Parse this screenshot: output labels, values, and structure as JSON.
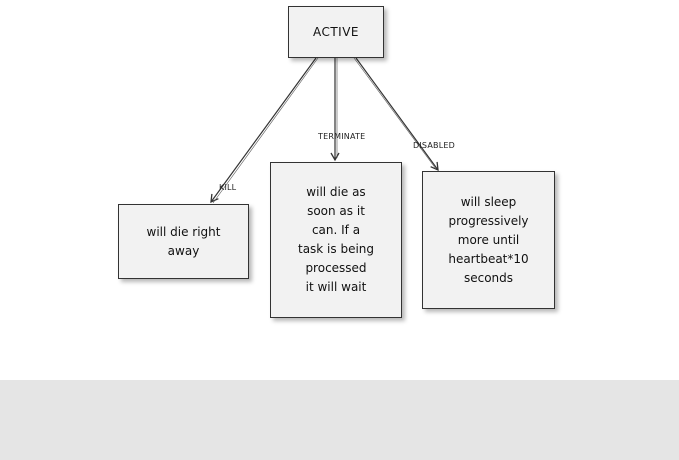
{
  "states": {
    "active": "ACTIVE",
    "kill_desc": "will die right\naway",
    "terminate_desc": "will die as\nsoon as it\ncan. If a\ntask is being\nprocessed\nit will wait",
    "disabled_desc": "will sleep\nprogressively\nmore until\nheartbeat*10\nseconds"
  },
  "transitions": {
    "kill": "KILL",
    "terminate": "TERMINATE",
    "disabled": "DISABLED"
  },
  "colors": {
    "box_fill": "#f2f2f2",
    "stroke": "#333333",
    "footer_band": "#e5e5e5"
  }
}
